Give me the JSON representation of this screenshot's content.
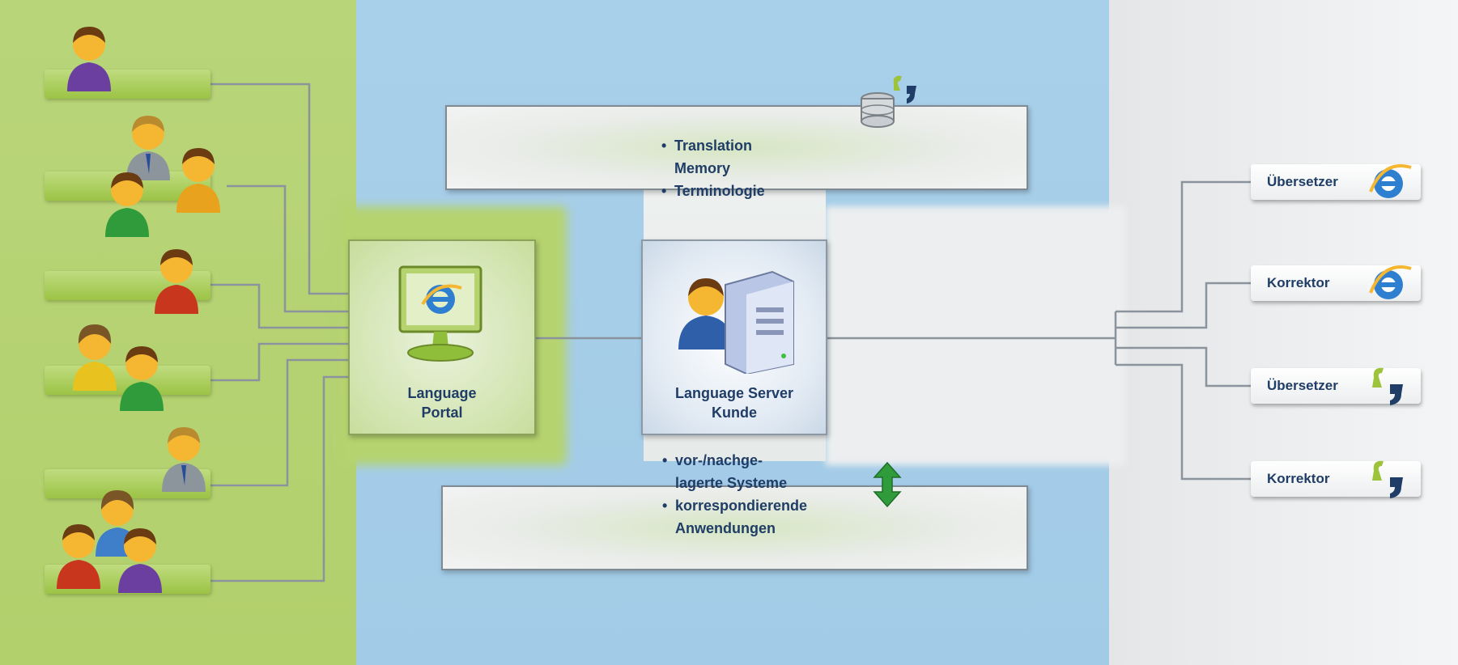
{
  "portal": {
    "label_line1": "Language",
    "label_line2": "Portal",
    "icon": "browser-monitor-icon"
  },
  "server": {
    "label_line1": "Language Server",
    "label_line2": "Kunde",
    "icon": "user-server-icon"
  },
  "top_box": {
    "items": [
      "Translation",
      "Memory",
      "Terminologie"
    ],
    "icon": "database-quote-icon"
  },
  "bottom_box": {
    "items": [
      "vor-/nachge-",
      "lagerte Systeme",
      "korrespondierende",
      "Anwendungen"
    ],
    "icon": "up-down-arrow-icon"
  },
  "roles": [
    {
      "label": "Übersetzer",
      "icon": "ie-browser-icon"
    },
    {
      "label": "Korrektor",
      "icon": "ie-browser-icon"
    },
    {
      "label": "Übersetzer",
      "icon": "quote-icon"
    },
    {
      "label": "Korrektor",
      "icon": "quote-icon"
    }
  ],
  "colors": {
    "left_zone": "#b5d36f",
    "middle_zone": "#a6cee8",
    "right_zone": "#eceef0",
    "text": "#1f3d66"
  }
}
